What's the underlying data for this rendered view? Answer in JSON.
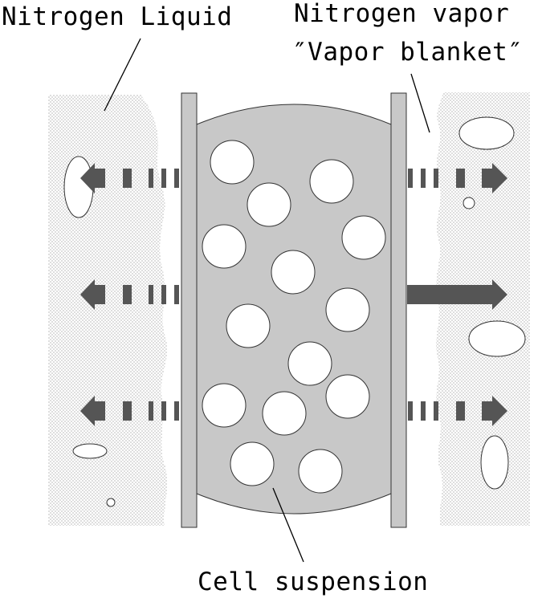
{
  "labels": {
    "nitrogen_liquid": "Nitrogen Liquid",
    "nitrogen_vapor": "Nitrogen vapor",
    "vapor_blanket": "″Vapor blanket″",
    "cell_suspension": "Cell suspension"
  },
  "colors": {
    "background": "#ffffff",
    "liquid_stipple": "#8a8a8a",
    "wall_fill": "#c8c8c8",
    "suspension_fill": "#c8c8c8",
    "arrow": "#555555",
    "outline": "#333333"
  }
}
